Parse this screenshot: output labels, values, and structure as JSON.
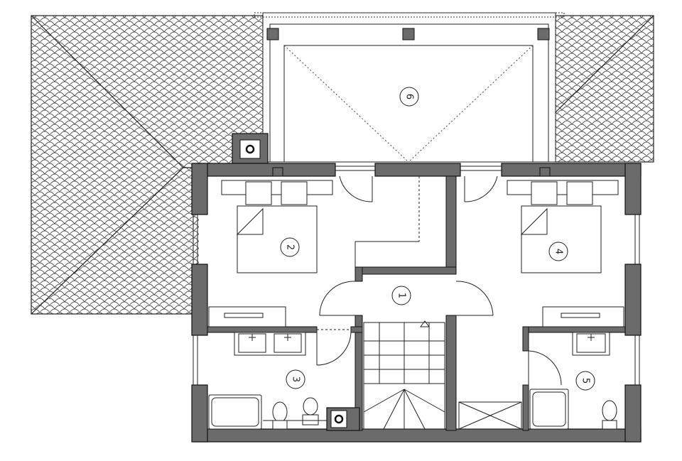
{
  "plan": {
    "rooms": [
      {
        "id": "room-1",
        "label": "1"
      },
      {
        "id": "room-2",
        "label": "2"
      },
      {
        "id": "room-3",
        "label": "3"
      },
      {
        "id": "room-4",
        "label": "4"
      },
      {
        "id": "room-5",
        "label": "5"
      },
      {
        "id": "room-6",
        "label": "6"
      }
    ],
    "colors": {
      "wall": "#6b6b6b",
      "wall_outline": "#111111",
      "line": "#222222",
      "background": "#ffffff"
    }
  }
}
